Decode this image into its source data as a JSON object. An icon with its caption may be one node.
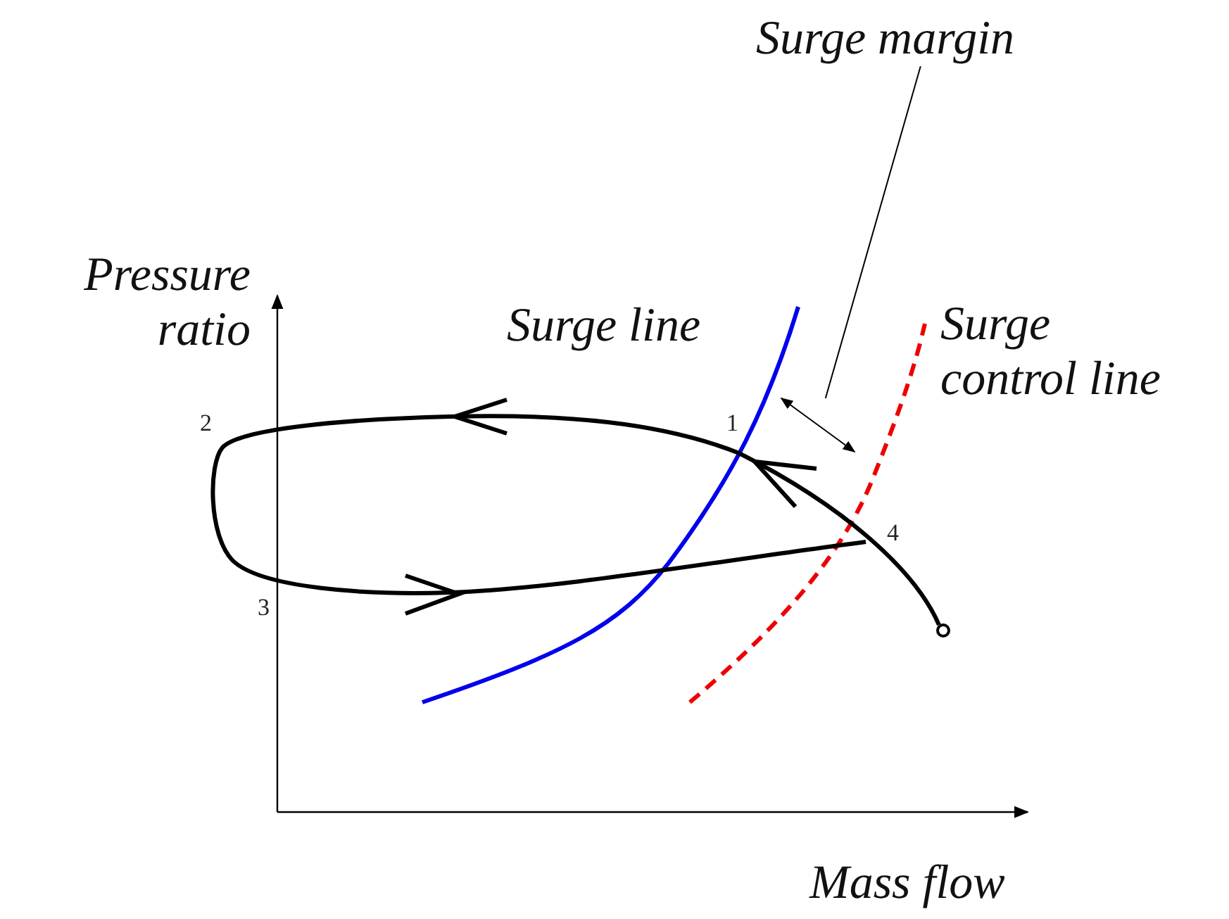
{
  "diagram": {
    "nodes": [
      {
        "text": [
          "Surge margin"
        ]
      },
      {
        "text": [],
        "shape": "arrow"
      }
    ],
    "edges": [
      {
        "from": 0,
        "to": 1,
        "arrow": "none"
      }
    ],
    "labels": [
      "Pressure ratio",
      "Surge line",
      "Surge control line",
      "2",
      "1",
      "4",
      "3",
      "Mass flow"
    ]
  }
}
